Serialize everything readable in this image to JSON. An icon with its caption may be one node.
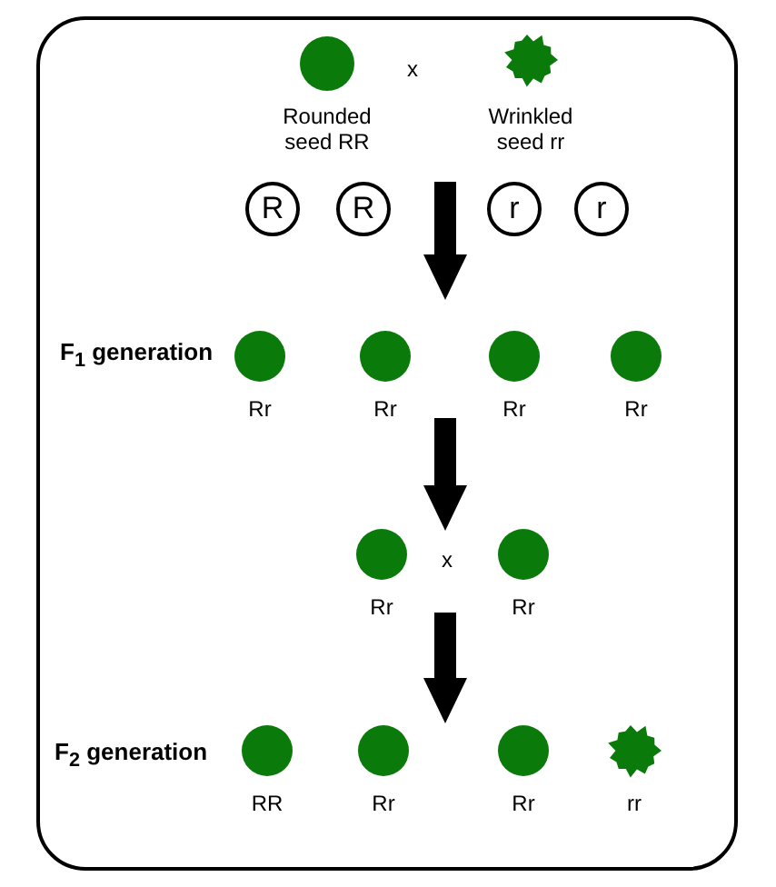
{
  "diagram": {
    "nodes": [
      {
        "text": [],
        "shape": "circle",
        "beside": [
          "Rounded seed RR"
        ]
      },
      {
        "text": [],
        "shape": "blob",
        "beside": [
          "Wrinkled seed rr"
        ]
      },
      {
        "text": [
          "R"
        ]
      },
      {
        "text": [
          "R"
        ]
      },
      {
        "text": [
          "r"
        ]
      },
      {
        "text": [
          "r"
        ]
      },
      {
        "text": [],
        "shape": "circle",
        "beside": [
          "Rr"
        ]
      },
      {
        "text": [],
        "shape": "circle",
        "beside": [
          "Rr"
        ]
      },
      {
        "text": [],
        "shape": "circle",
        "beside": [
          "Rr"
        ]
      },
      {
        "text": [],
        "shape": "circle",
        "beside": [
          "Rr"
        ]
      },
      {
        "text": [],
        "shape": "circle",
        "beside": [
          "Rr"
        ]
      },
      {
        "text": [],
        "shape": "circle",
        "beside": [
          "Rr"
        ]
      },
      {
        "text": [],
        "shape": "circle",
        "beside": [
          "RR"
        ]
      },
      {
        "text": [],
        "shape": "circle",
        "beside": [
          "Rr"
        ]
      },
      {
        "text": [],
        "shape": "circle",
        "beside": [
          "Rr"
        ]
      },
      {
        "text": [],
        "shape": "blob",
        "beside": [
          "rr"
        ]
      }
    ],
    "edges": [
      {
        "from": 4,
        "to": 7,
        "arrow": "to"
      },
      {
        "from": 7,
        "to": 10,
        "arrow": "to"
      },
      {
        "from": 10,
        "to": 13,
        "arrow": "to"
      }
    ],
    "labels": [
      "x",
      "F$_{1}$ generation",
      "x",
      "F$_{2}$ generation"
    ]
  }
}
